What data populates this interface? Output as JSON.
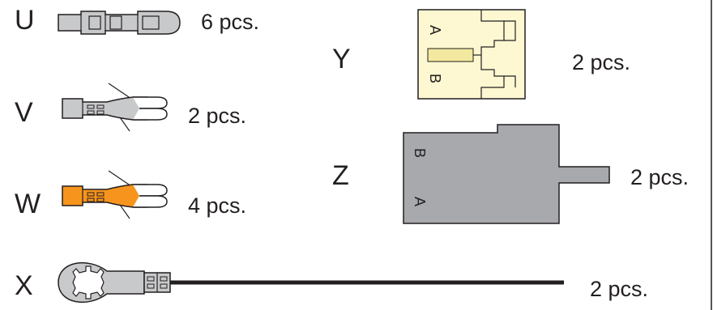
{
  "items": [
    {
      "id": "U",
      "label": "U",
      "quantity": "6 pcs.",
      "color": "#c8c9cb"
    },
    {
      "id": "V",
      "label": "V",
      "quantity": "2 pcs.",
      "color": "#c8c9cb"
    },
    {
      "id": "W",
      "label": "W",
      "quantity": "4 pcs.",
      "color": "#f7941d"
    },
    {
      "id": "X",
      "label": "X",
      "quantity": "2 pcs.",
      "color": "#c8c9cb"
    },
    {
      "id": "Y",
      "label": "Y",
      "quantity": "2 pcs.",
      "color": "#fdf8d1",
      "pin_labels": [
        "A",
        "B"
      ]
    },
    {
      "id": "Z",
      "label": "Z",
      "quantity": "2 pcs.",
      "color": "#a7a9ac",
      "pin_labels": [
        "B",
        "A"
      ]
    }
  ],
  "colors": {
    "outline": "#231f20",
    "background": "#ffffff"
  }
}
